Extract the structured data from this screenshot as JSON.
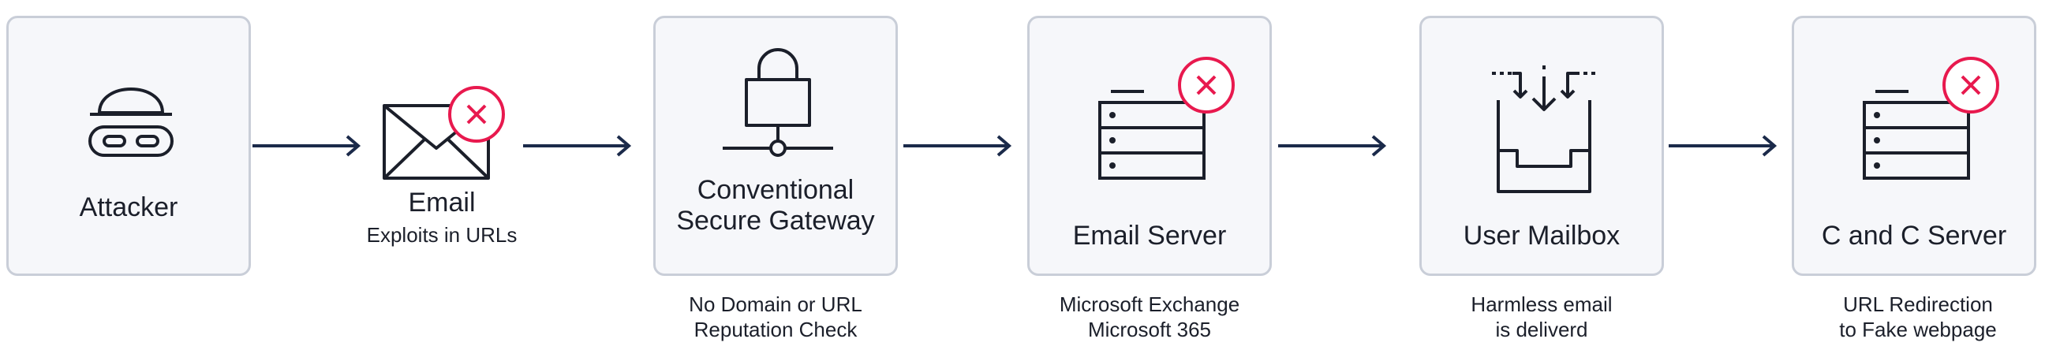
{
  "nodes": [
    {
      "label": "Attacker"
    },
    {
      "label": "Email",
      "sub": "Exploits in URLs"
    },
    {
      "label_line1": "Conventional",
      "label_line2": "Secure Gateway",
      "caption_line1": "No Domain or URL",
      "caption_line2": "Reputation Check"
    },
    {
      "label": "Email Server",
      "caption_line1": "Microsoft Exchange",
      "caption_line2": "Microsoft 365"
    },
    {
      "label": "User Mailbox",
      "caption_line1": "Harmless email",
      "caption_line2": "is deliverd"
    },
    {
      "label": "C and C Server",
      "caption_line1": "URL Redirection",
      "caption_line2": "to Fake webpage"
    }
  ],
  "icons": [
    "attacker-icon",
    "envelope-icon",
    "padlock-icon",
    "server-icon",
    "inbox-icon",
    "server-icon",
    "error-x-icon"
  ],
  "colors": {
    "line": "#1b2a4a",
    "alert": "#e8194e",
    "box_border": "#c9ced8",
    "box_fill": "#f6f7fa"
  }
}
